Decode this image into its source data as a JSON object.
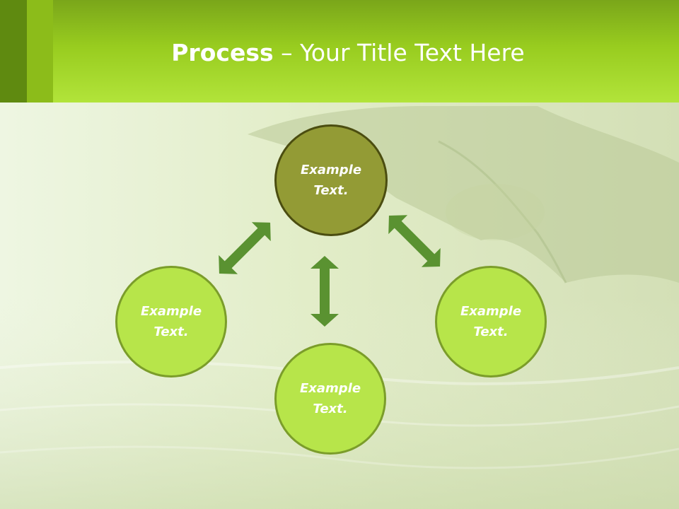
{
  "slide": {
    "title_bold": "Process",
    "title_rest": " – Your Title Text Here"
  },
  "diagram": {
    "center_node": "Example Text.",
    "left_node": "Example Text.",
    "bottom_node": "Example Text.",
    "right_node": "Example Text."
  },
  "colors": {
    "header_green": "#98cc1f",
    "center_fill": "#939b35",
    "outer_fill": "#b7e54a",
    "arrow_green": "#5a9231"
  }
}
